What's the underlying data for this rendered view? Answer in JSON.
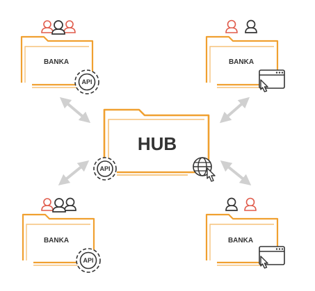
{
  "colors": {
    "orange": "#f0a030",
    "orange_light": "#f6c27a",
    "red": "#e05a4a",
    "dark": "#333333",
    "arrow": "#d0d0d0"
  },
  "hub": {
    "label": "HUB",
    "api_label": "API",
    "icons": [
      "api-gear-icon",
      "globe-cursor-icon"
    ]
  },
  "banks": [
    {
      "label": "BANKA",
      "api_label": "API",
      "connector": "api-gear-icon",
      "users": [
        "user-red",
        "user-dark",
        "user-red"
      ]
    },
    {
      "label": "BANKA",
      "api_label": "",
      "connector": "browser-window-cursor-icon",
      "users": [
        "user-red",
        "user-dark"
      ]
    },
    {
      "label": "BANKA",
      "api_label": "API",
      "connector": "api-gear-icon",
      "users": [
        "user-red",
        "user-dark",
        "user-dark"
      ]
    },
    {
      "label": "BANKA",
      "api_label": "",
      "connector": "browser-window-cursor-icon",
      "users": [
        "user-dark",
        "user-red"
      ]
    }
  ]
}
